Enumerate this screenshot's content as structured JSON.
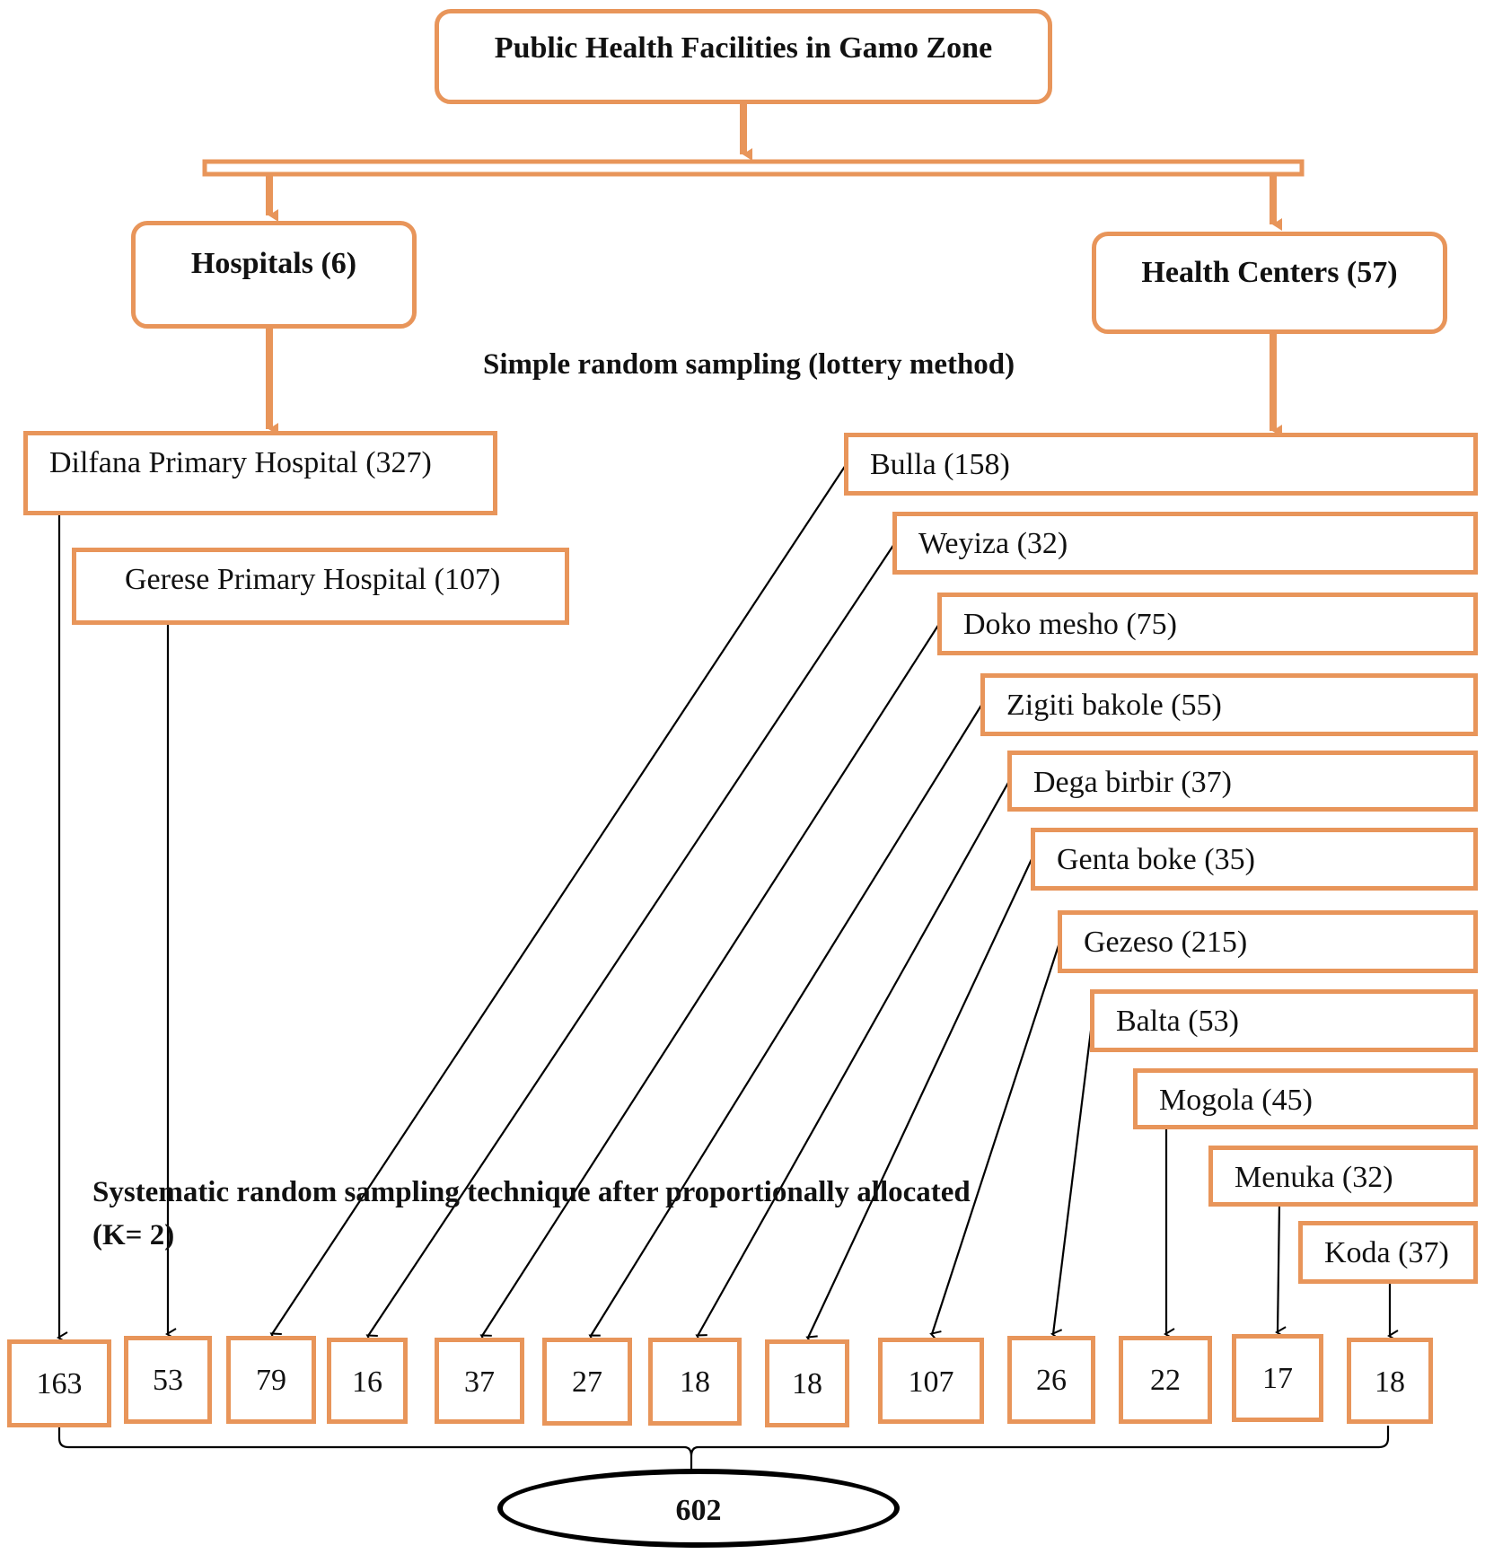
{
  "title": "Public Health Facilities in Gamo Zone",
  "hospitals": {
    "label": "Hospitals (6)"
  },
  "health_centers": {
    "label": "Health Centers (57)"
  },
  "sampling_note": "Simple random sampling (lottery method)",
  "systematic_note": {
    "line1": "Systematic random sampling technique after proportionally allocated",
    "line2": "(K= 2)"
  },
  "hospital_list": [
    {
      "label": "Dilfana Primary Hospital (327)",
      "sample": "163"
    },
    {
      "label": "Gerese Primary Hospital (107)",
      "sample": "53"
    }
  ],
  "health_center_list": [
    {
      "label": "Bulla (158)",
      "sample": "79"
    },
    {
      "label": "Weyiza (32)",
      "sample": "16"
    },
    {
      "label": "Doko mesho (75)",
      "sample": "37"
    },
    {
      "label": "Zigiti bakole (55)",
      "sample": "27"
    },
    {
      "label": "Dega birbir (37)",
      "sample": "18"
    },
    {
      "label": "Genta boke (35)",
      "sample": "18"
    },
    {
      "label": "Gezeso (215)",
      "sample": "107"
    },
    {
      "label": "Balta (53)",
      "sample": "26"
    },
    {
      "label": "Mogola (45)",
      "sample": "22"
    },
    {
      "label": "Menuka (32)",
      "sample": "17"
    },
    {
      "label": "Koda (37)",
      "sample": "18"
    }
  ],
  "total": "602",
  "colors": {
    "box_border": "#e8955a",
    "line": "#000000"
  }
}
